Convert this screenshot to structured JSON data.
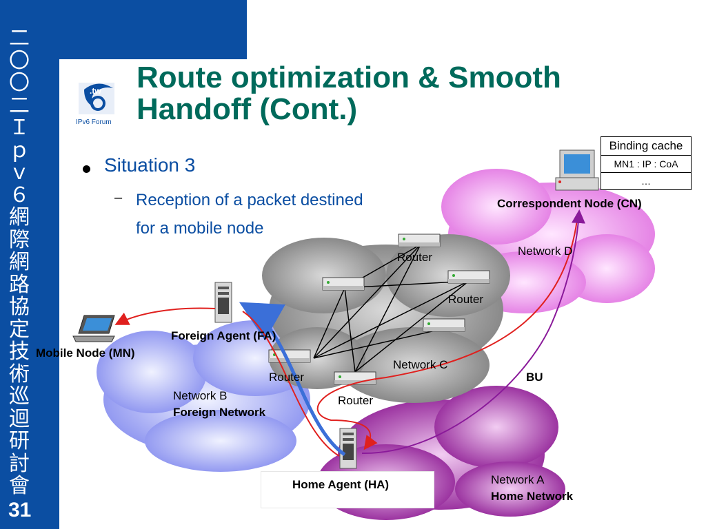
{
  "sidebar": {
    "vertical_title": [
      "二",
      "〇",
      "〇",
      "二",
      "Ｉ",
      "ｐ",
      "ｖ",
      "６",
      "網",
      "際",
      "網",
      "路",
      "協",
      "定",
      "技",
      "術",
      "巡",
      "迴",
      "研",
      "討",
      "會"
    ],
    "page_number": "31"
  },
  "logo": {
    "text_top": ".tw",
    "text_bottom": "IPv6 Forum"
  },
  "title": {
    "line1": "Route optimization & Smooth",
    "line2": "Handoff (Cont.)"
  },
  "bullets": {
    "main": "Situation 3",
    "sub_line1": "Reception of a packet destined",
    "sub_line2": "for a mobile node",
    "dash": "–"
  },
  "diagram": {
    "binding_cache": {
      "header": "Binding cache",
      "row1": "MN1 : IP : CoA",
      "row2": "…"
    },
    "correspondent_node": "Correspondent Node (CN)",
    "network_d": "Network D",
    "router_top": "Router",
    "router_right": "Router",
    "router_left": "Router",
    "router_bottom": "Router",
    "network_c": "Network C",
    "foreign_agent": "Foreign Agent (FA)",
    "mobile_node": "Mobile Node (MN)",
    "network_b": "Network B",
    "foreign_network": "Foreign Network",
    "bu": "BU",
    "home_agent": "Home Agent (HA)",
    "network_a": "Network A",
    "home_network": "Home Network"
  },
  "colors": {
    "brand_blue": "#0b4ea2",
    "title_green": "#006a5b",
    "red_path": "#e0201e",
    "purple_path": "#8a1a9a",
    "blue_path": "#3b6fd8"
  }
}
